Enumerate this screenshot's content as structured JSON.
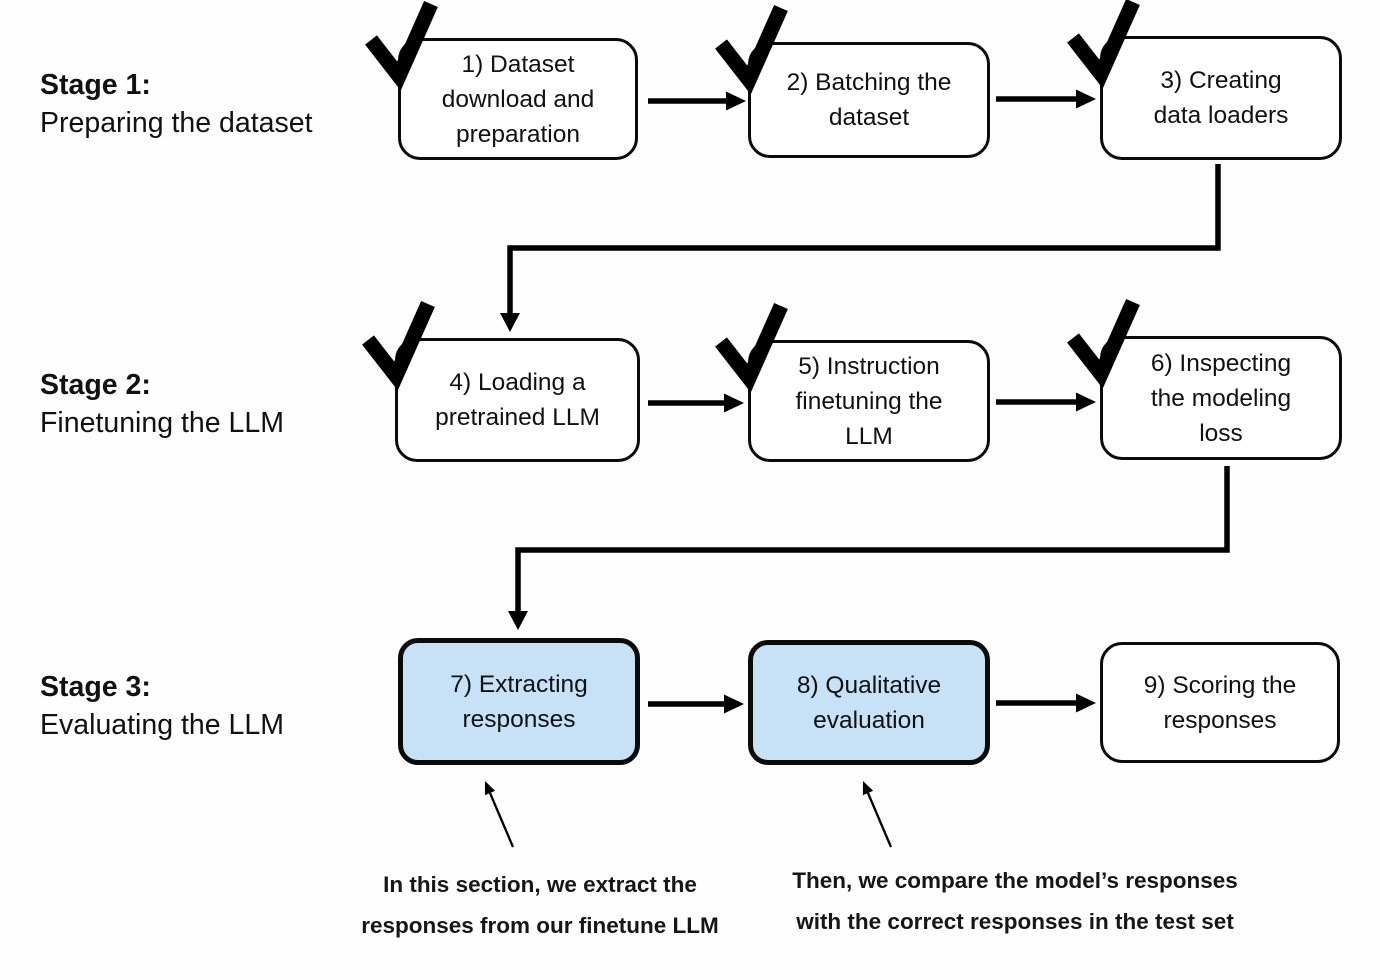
{
  "stages": [
    {
      "title": "Stage 1:",
      "subtitle": "Preparing the dataset"
    },
    {
      "title": "Stage 2:",
      "subtitle": "Finetuning the LLM"
    },
    {
      "title": "Stage 3:",
      "subtitle": "Evaluating the LLM"
    }
  ],
  "boxes": [
    {
      "label": "1) Dataset\ndownload and\npreparation",
      "checked": true,
      "highlighted": false
    },
    {
      "label": "2) Batching the\ndataset",
      "checked": true,
      "highlighted": false
    },
    {
      "label": "3) Creating\ndata loaders",
      "checked": true,
      "highlighted": false
    },
    {
      "label": "4) Loading a\npretrained LLM",
      "checked": true,
      "highlighted": false
    },
    {
      "label": "5) Instruction\nfinetuning the\nLLM",
      "checked": true,
      "highlighted": false
    },
    {
      "label": "6) Inspecting\nthe modeling\nloss",
      "checked": true,
      "highlighted": false
    },
    {
      "label": "7) Extracting\nresponses",
      "checked": false,
      "highlighted": true
    },
    {
      "label": "8) Qualitative\nevaluation",
      "checked": false,
      "highlighted": true
    },
    {
      "label": "9) Scoring the\nresponses",
      "checked": false,
      "highlighted": false
    }
  ],
  "annotations": [
    {
      "text": "In this section, we extract the\nresponses from our finetune LLM"
    },
    {
      "text": "Then, we compare the model’s responses\nwith the correct responses in the test set"
    }
  ],
  "colors": {
    "highlight_fill": "#C7E2F7",
    "line": "#000000",
    "box_border": "#0B0B0B"
  }
}
